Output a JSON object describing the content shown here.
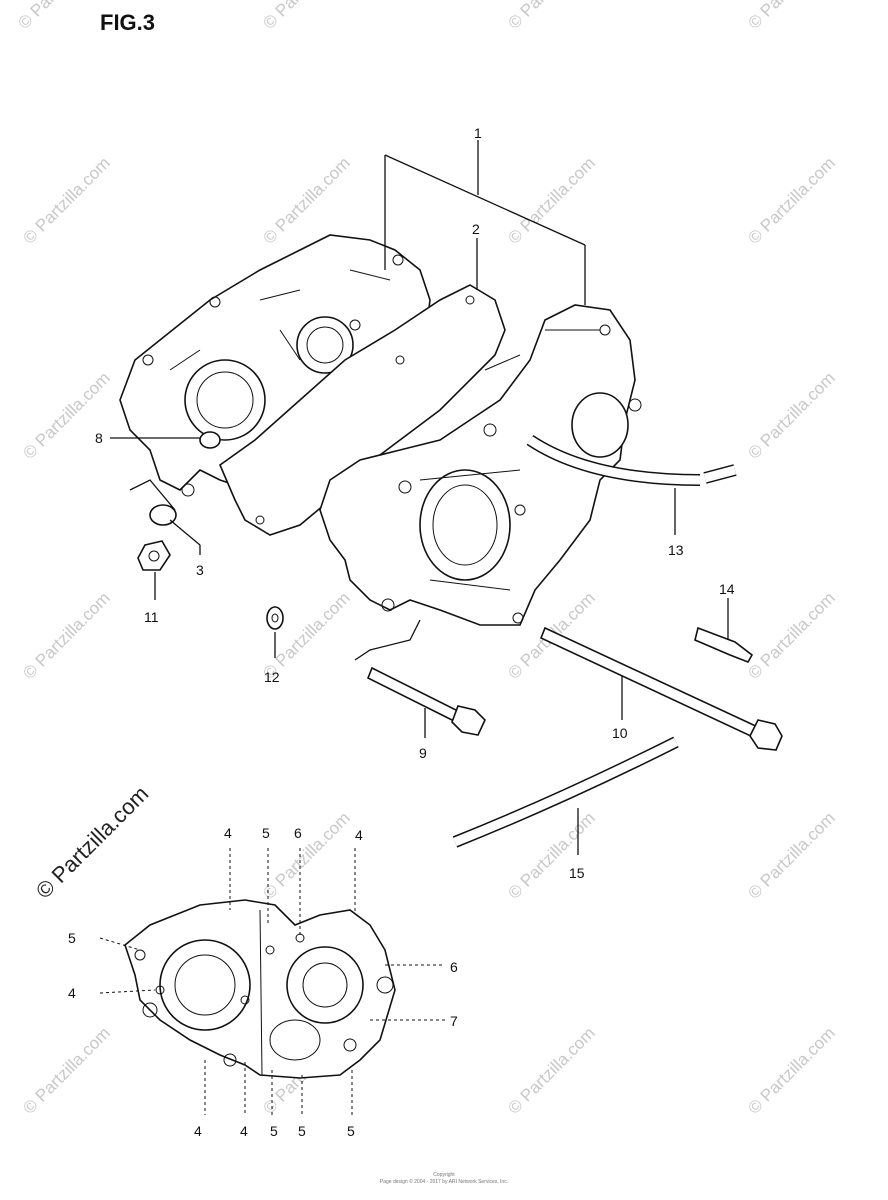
{
  "figure": {
    "title": "FIG.3"
  },
  "callouts": {
    "c1": "1",
    "c2": "2",
    "c3": "3",
    "c8": "8",
    "c9": "9",
    "c10": "10",
    "c11": "11",
    "c12": "12",
    "c13": "13",
    "c14": "14",
    "c15": "15"
  },
  "detail_callouts": {
    "top": [
      "4",
      "5",
      "6",
      "4"
    ],
    "left": [
      "5",
      "4"
    ],
    "right": [
      "6",
      "7"
    ],
    "bottom": [
      "4",
      "4",
      "5",
      "5",
      "5"
    ]
  },
  "watermark": {
    "text": "© Partzilla.com"
  },
  "footer": {
    "line1": "Copyright",
    "line2": "Page design © 2004 - 2017 by ARI Network Services, Inc."
  }
}
